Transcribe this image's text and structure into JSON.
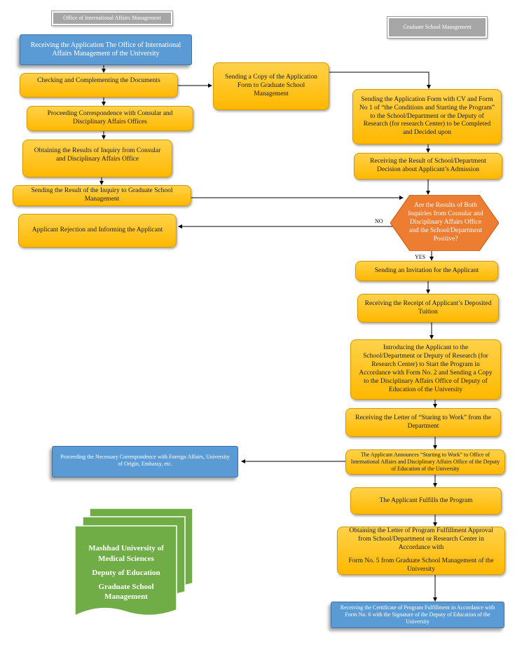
{
  "headers": {
    "left": "Office of International Affairs Management",
    "right": "Graduate School Management"
  },
  "left_column": {
    "receiving": "Receiving the Application The Office of International Affairs Management of the University",
    "checking": "Checking and Complementing the Documents",
    "correspondence": "Proceeding Correspondence with Consular and Disciplinary Affairs Offices",
    "obtaining": "Obtaining the Results of Inquiry from Consular and Disciplinary Affairs Office",
    "sending_result": "Sending the Result of the Inquiry to Graduate School Management",
    "rejection": "Applicant Rejection and Informing the Applicant",
    "foreign_affairs": "Proceeding the Necessary Correspondence with Foreign Affairs, University of Origin, Embassy, etc."
  },
  "middle": {
    "sending_copy": "Sending a Copy of the Application Form to Graduate School Management"
  },
  "right_column": {
    "sending_form": "Sending the Application Form with CV and Form No 1 of “the Conditions and Starting the Program” to the School/Department or the Deputy of Research (for research Center) to be Completed and Decided upon",
    "receiving_result": "Receiving the Result of School/Department Decision about Applicant’s Admission",
    "decision": "Are the Results of Both Inquiries from Consular and Disciplinary Affairs Office and the School/Department Positive?",
    "invitation": "Sending an Invitation for the Applicant",
    "receipt": "Receiving the Receipt of Applicant’s Deposited Tuition",
    "introducing": "Introducing the Applicant to the School/Department or Deputy of Research (for Research Center) to Start the Program in Accordance with Form No. 2 and Sending a Copy to the Disciplinary Affairs Office of Deputy of Education of the University",
    "letter": "Receiving the Letter of “Staring to Work” from the Department",
    "announces": "The Applicant Announces “Starting to Work” to Office of International Affairs and Disciplinary Affairs Office of the Deputy of Education of the University",
    "fulfills": "The Applicant Fulfills the Program",
    "approval_line1": "Obtaining the Letter of Program Fulfillment Approval from School/Department or Research Center in Accordance with",
    "approval_line2": "Form No. 5 from Graduate School Management of the University",
    "certificate": "Receiving the Certificate of Program Fulfillment in Accordance with Form No. 6 with the Signature of the Deputy of Education of the University"
  },
  "labels": {
    "no": "NO",
    "yes": "YES"
  },
  "document": {
    "line1": "Mashhad University of Medical Sciences",
    "line2": "Deputy of Education",
    "line3": "Graduate School Management"
  },
  "colors": {
    "process": "#ffc000",
    "terminal": "#5b9bd5",
    "decision": "#ed7d31",
    "document": "#70ad47",
    "header": "#a6a6a6"
  }
}
